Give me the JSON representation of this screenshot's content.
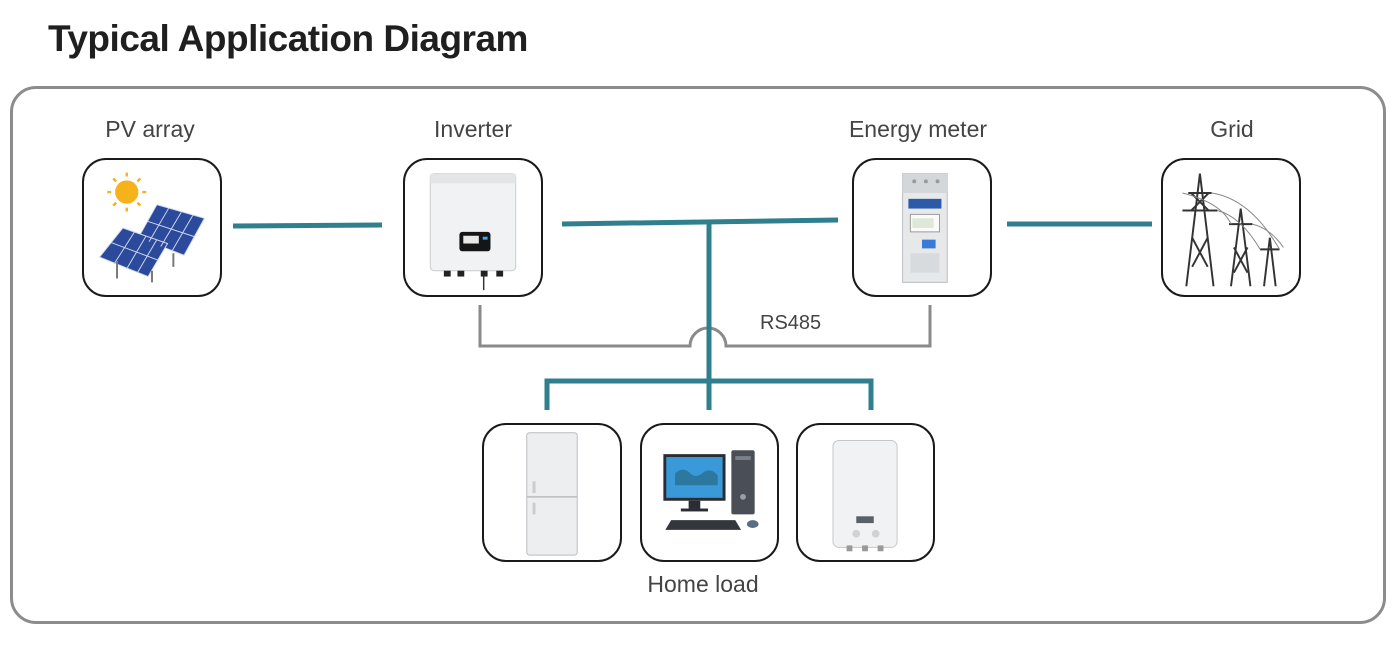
{
  "title": "Typical Application Diagram",
  "nodes": {
    "pv_array": {
      "label": "PV array",
      "icon": "solar-panel-icon"
    },
    "inverter": {
      "label": "Inverter",
      "icon": "inverter-icon"
    },
    "energy_meter": {
      "label": "Energy meter",
      "icon": "energy-meter-icon"
    },
    "grid": {
      "label": "Grid",
      "icon": "power-pylon-icon"
    }
  },
  "communication_label": "RS485",
  "home_load": {
    "label": "Home load",
    "devices": [
      {
        "icon": "refrigerator-icon"
      },
      {
        "icon": "desktop-computer-icon"
      },
      {
        "icon": "boiler-icon"
      }
    ]
  },
  "colors": {
    "power_line": "#2f7f8f",
    "comm_line": "#8a8a8a",
    "frame": "#8c8c8c"
  }
}
